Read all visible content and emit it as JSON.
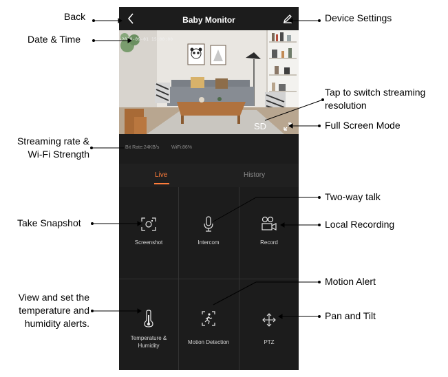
{
  "app": {
    "title": "Baby Monitor",
    "accent_color": "#ff7d3b"
  },
  "video": {
    "osd_timestamp": "2018-09-01  15:00:00",
    "resolution_label": "SD"
  },
  "stream_info": {
    "bit_rate": "Bit Rate:24KB/s",
    "wifi": "WiFi:86%"
  },
  "tabs": [
    {
      "label": "Live",
      "active": true
    },
    {
      "label": "History",
      "active": false
    }
  ],
  "functions": [
    {
      "label": "Screenshot",
      "icon": "camera-icon"
    },
    {
      "label": "Intercom",
      "icon": "microphone-icon"
    },
    {
      "label": "Record",
      "icon": "video-camera-icon"
    },
    {
      "label_line1": "Temperature &",
      "label_line2": "Humidity",
      "icon": "thermometer-icon"
    },
    {
      "label": "Motion Detection",
      "icon": "running-person-icon"
    },
    {
      "label": "PTZ",
      "icon": "move-arrows-icon"
    }
  ],
  "annotations": {
    "back": "Back",
    "date_time": "Date & Time",
    "device_settings": "Device Settings",
    "tap_resolution_1": "Tap to switch streaming",
    "tap_resolution_2": "resolution",
    "full_screen": "Full Screen Mode",
    "streaming_rate_1": "Streaming rate &",
    "streaming_rate_2": "Wi-Fi Strength",
    "two_way_talk": "Two-way talk",
    "take_snapshot": "Take Snapshot",
    "local_recording": "Local Recording",
    "motion_alert": "Motion Alert",
    "view_temp_1": "View and set the",
    "view_temp_2": "temperature and",
    "view_temp_3": "humidity alerts.",
    "pan_tilt": "Pan and Tilt"
  }
}
